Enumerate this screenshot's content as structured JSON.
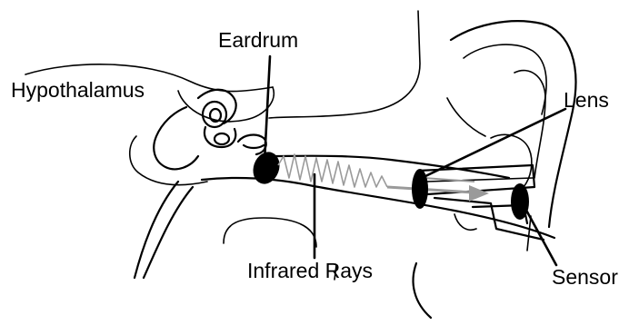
{
  "labels": {
    "eardrum": "Eardrum",
    "hypothalamus": "Hypothalamus",
    "lens": "Lens",
    "infrared_rays": "Infrared Rays",
    "sensor": "Sensor"
  },
  "colors": {
    "ink": "#000000",
    "ray": "#9a9a9a",
    "background": "#ffffff"
  }
}
